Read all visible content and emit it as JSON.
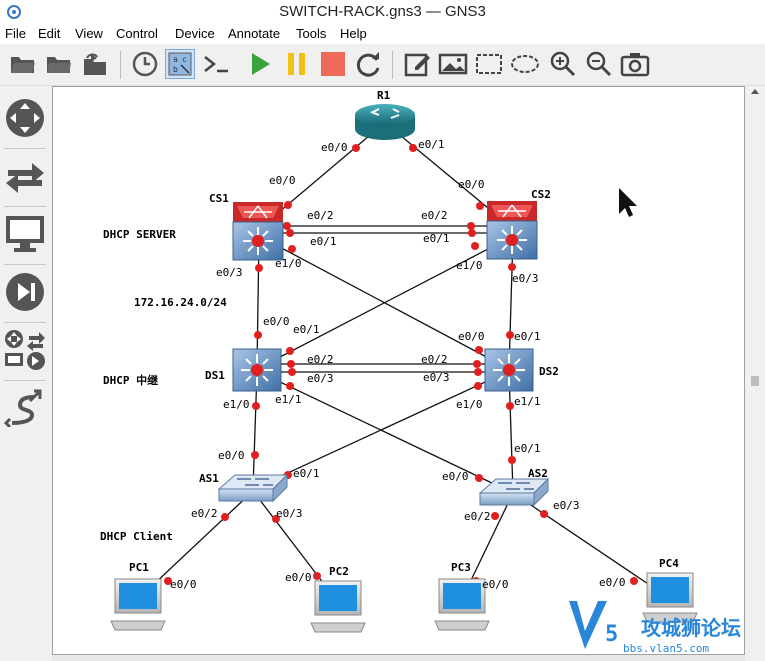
{
  "window": {
    "title": "SWITCH-RACK.gns3 — GNS3"
  },
  "menu": [
    "File",
    "Edit",
    "View",
    "Control",
    "Device",
    "Annotate",
    "Tools",
    "Help"
  ],
  "toolbar_icons": [
    "open-folder-icon",
    "folder-icon",
    "recent-folder-icon",
    "clock-icon",
    "show-labels-icon",
    "console-icon",
    "start-icon",
    "pause-icon",
    "stop-icon",
    "reload-icon",
    "note-icon",
    "image-icon",
    "rectangle-icon",
    "ellipse-icon",
    "zoom-in-icon",
    "zoom-out-icon",
    "screenshot-icon"
  ],
  "sidebar_icons": [
    "router-icon",
    "switch-icon",
    "end-device-icon",
    "security-icon",
    "all-devices-icon",
    "link-icon"
  ],
  "colors": {
    "accent": "#cfe4fb",
    "link_dot": "#e02020",
    "router": "#1d7e8a",
    "l3switch": "#5b86b6"
  },
  "topology": {
    "labels": {
      "dhcp_server": "DHCP SERVER",
      "subnet": "172.16.24.0/24",
      "dhcp_relay": "DHCP 中继",
      "dhcp_client": "DHCP Client"
    },
    "nodes": {
      "R1": "R1",
      "CS1": "CS1",
      "CS2": "CS2",
      "DS1": "DS1",
      "DS2": "DS2",
      "AS1": "AS1",
      "AS2": "AS2",
      "PC1": "PC1",
      "PC2": "PC2",
      "PC3": "PC3",
      "PC4": "PC4"
    },
    "ports": {
      "r1_e00": "e0/0",
      "r1_e01": "e0/1",
      "cs1_e00": "e0/0",
      "cs1_e02": "e0/2",
      "cs1_e01": "e0/1",
      "cs1_e03": "e0/3",
      "cs1_e10": "e1/0",
      "cs2_e00": "e0/0",
      "cs2_e02": "e0/2",
      "cs2_e01": "e0/1",
      "cs2_e03": "e0/3",
      "cs2_e10": "e1/0",
      "ds1_e00": "e0/0",
      "ds1_e01": "e0/1",
      "ds1_e02": "e0/2",
      "ds1_e03": "e0/3",
      "ds1_e10": "e1/0",
      "ds1_e11": "e1/1",
      "ds2_e00": "e0/0",
      "ds2_e01": "e0/1",
      "ds2_e02": "e0/2",
      "ds2_e03": "e0/3",
      "ds2_e10": "e1/0",
      "ds2_e11": "e1/1",
      "as1_e00": "e0/0",
      "as1_e01": "e0/1",
      "as1_e02": "e0/2",
      "as1_e03": "e0/3",
      "as2_e00": "e0/0",
      "as2_e01": "e0/1",
      "as2_e02": "e0/2",
      "as2_e03": "e0/3",
      "pc1_e00": "e0/0",
      "pc2_e00": "e0/0",
      "pc3_e00": "e0/0",
      "pc4_e00": "e0/0"
    }
  },
  "watermark": {
    "text": "攻城狮论坛",
    "url": "bbs.vlan5.com"
  }
}
